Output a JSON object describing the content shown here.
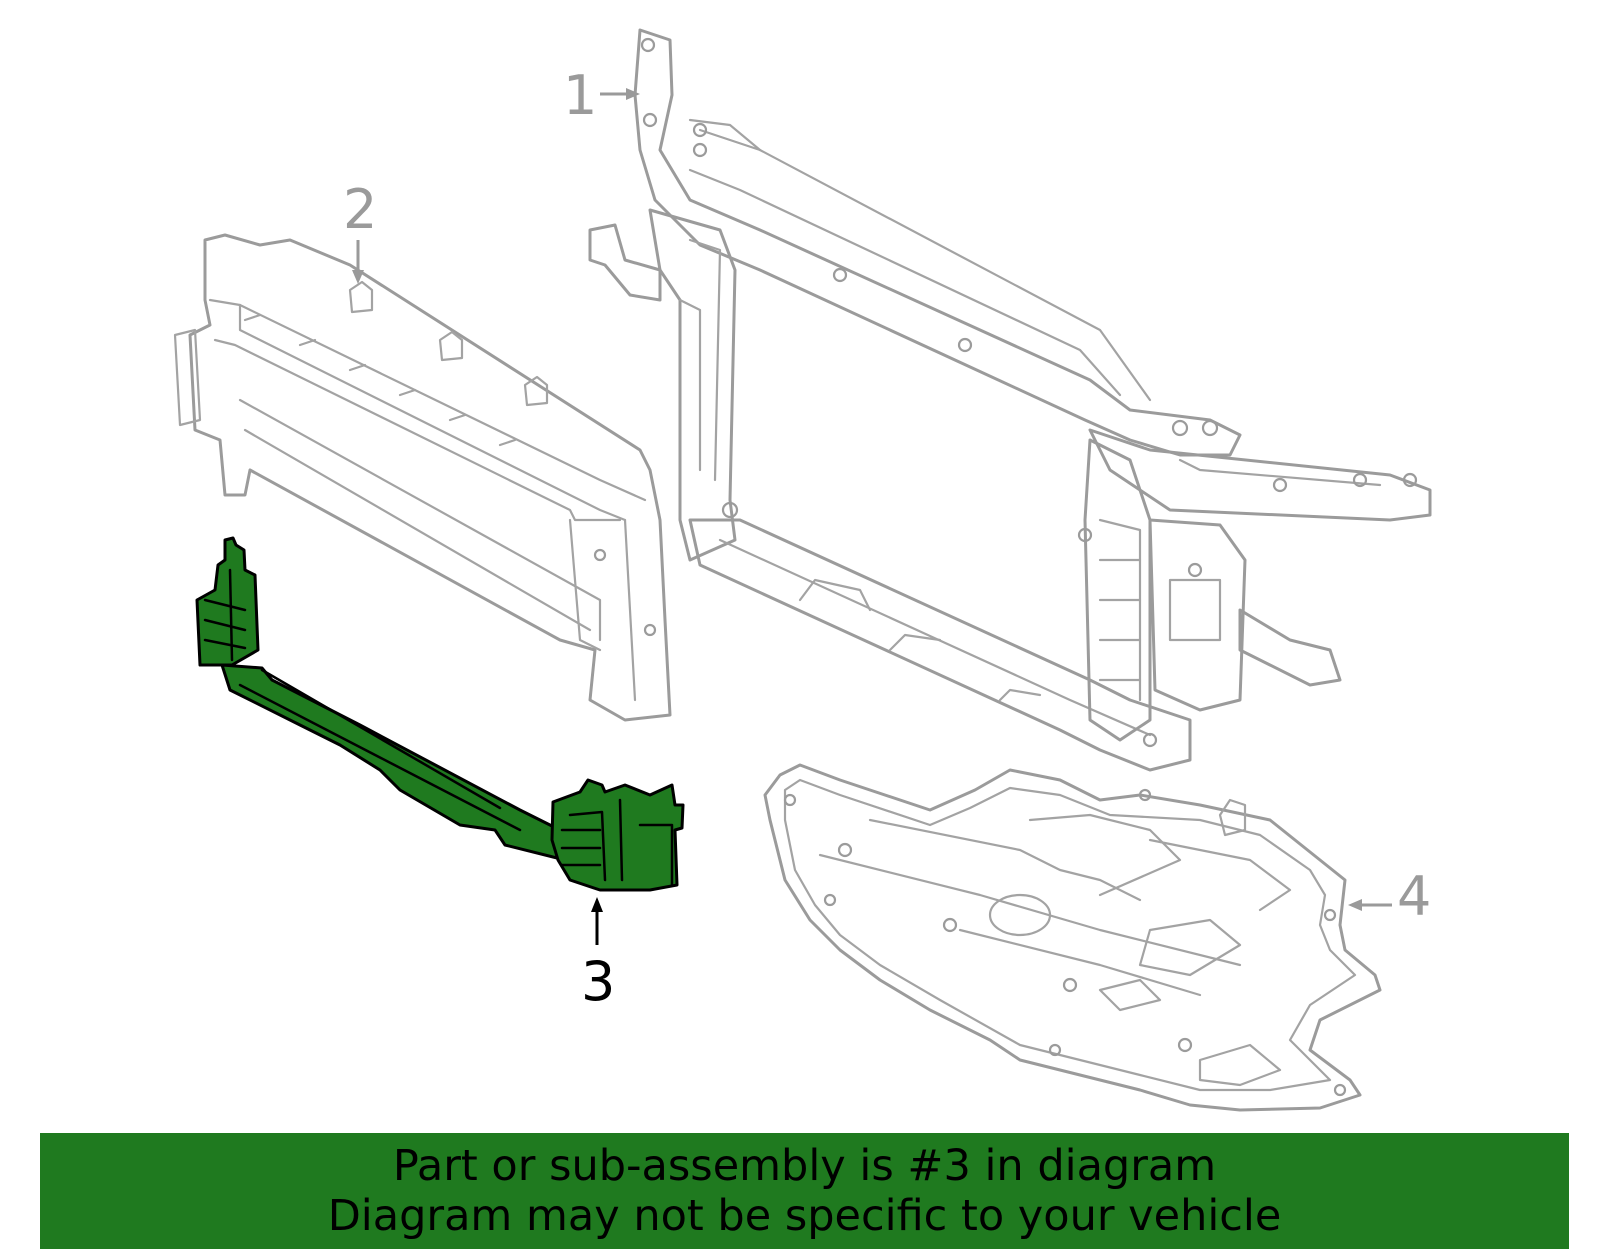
{
  "callouts": [
    {
      "label": "1",
      "highlighted": false
    },
    {
      "label": "2",
      "highlighted": false
    },
    {
      "label": "3",
      "highlighted": true
    },
    {
      "label": "4",
      "highlighted": false
    }
  ],
  "banner": {
    "line1": "Part or sub-assembly is #3 in diagram",
    "line2": "Diagram may not be specific to your vehicle"
  },
  "colors": {
    "highlight": "#1f7a1f",
    "outline": "#9b9b9b",
    "highlight_label": "#000000"
  }
}
